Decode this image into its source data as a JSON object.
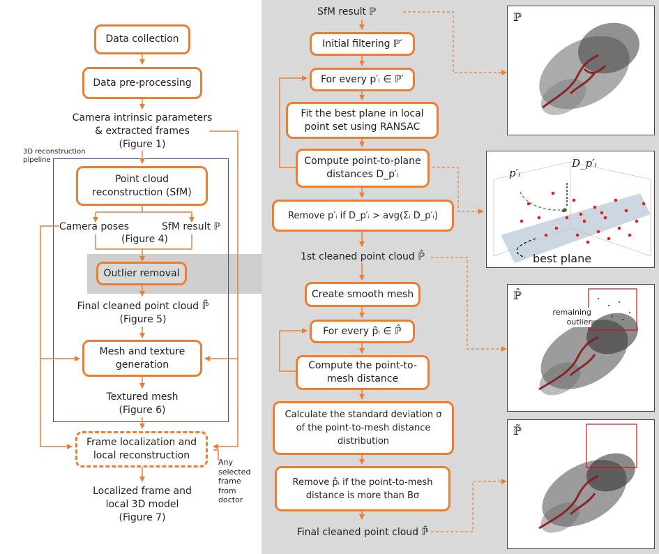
{
  "colors": {
    "orange": "#ed7d31",
    "blue": "#2f5597",
    "gray_panel": "#d9d9d9",
    "red_point": "#e02020"
  },
  "left": {
    "data_collection": "Data collection",
    "data_preprocessing": "Data pre-processing",
    "intrinsics_line1": "Camera intrinsic parameters",
    "intrinsics_line2": "& extracted frames",
    "intrinsics_fig": "(Figure 1)",
    "pipeline_label_line1": "3D reconstruction",
    "pipeline_label_line2": "pipeline",
    "pcr_line1": "Point cloud",
    "pcr_line2": "reconstruction (SfM)",
    "camera_poses": "Camera poses",
    "sfm_result": "SfM result ℙ",
    "fig4": "(Figure 4)",
    "outlier_removal": "Outlier removal",
    "final_cleaned": "Final cleaned point cloud ℙ̃",
    "fig5": "(Figure 5)",
    "mesh_line1": "Mesh and texture",
    "mesh_line2": "generation",
    "textured_mesh": "Textured mesh",
    "fig6": "(Figure 6)",
    "frame_loc_line1": "Frame localization and",
    "frame_loc_line2": "local reconstruction",
    "any_selected_line1": "Any",
    "any_selected_line2": "selected",
    "any_selected_line3": "frame",
    "any_selected_line4": "from",
    "any_selected_line5": "doctor",
    "localized_line1": "Localized frame and",
    "localized_line2": "local 3D model",
    "fig7": "(Figure 7)"
  },
  "right": {
    "sfm_result": "SfM result ℙ",
    "initial_filtering": "Initial filtering ℙ′",
    "for_every_p": "For every p′ᵢ ∈ ℙ′",
    "fit_plane_line1": "Fit the best plane in local",
    "fit_plane_line2": "point set using RANSAC",
    "compute_p2p_line1": "Compute point-to-plane",
    "compute_p2p_line2": "distances D_p′ᵢ",
    "remove_p": "Remove p′ᵢ if D_p′ᵢ > avg(Σᵢ D_p′ᵢ)",
    "first_cleaned": "1st cleaned point cloud ℙ̂",
    "smooth_mesh": "Create smooth mesh",
    "for_every_phat": "For every p̂ᵢ ∈ ℙ̂",
    "compute_p2m_line1": "Compute the point-to-",
    "compute_p2m_line2": "mesh distance",
    "std_line1": "Calculate the standard deviation σ",
    "std_line2": "of the point-to-mesh distance",
    "std_line3": "distribution",
    "remove_phat_line1": "Remove p̂ᵢ if the point-to-mesh",
    "remove_phat_line2": "distance is more than Bσ",
    "final_cleaned": "Final cleaned point cloud ℙ̃"
  },
  "images": {
    "img1_label": "ℙ",
    "img2_label_p": "p′ᵢ",
    "img2_label_d": "D_p′ᵢ",
    "img2_best_plane": "best plane",
    "img3_label": "ℙ̂",
    "img3_remaining_line1": "remaining",
    "img3_remaining_line2": "outlier",
    "img4_label": "ℙ̃"
  }
}
